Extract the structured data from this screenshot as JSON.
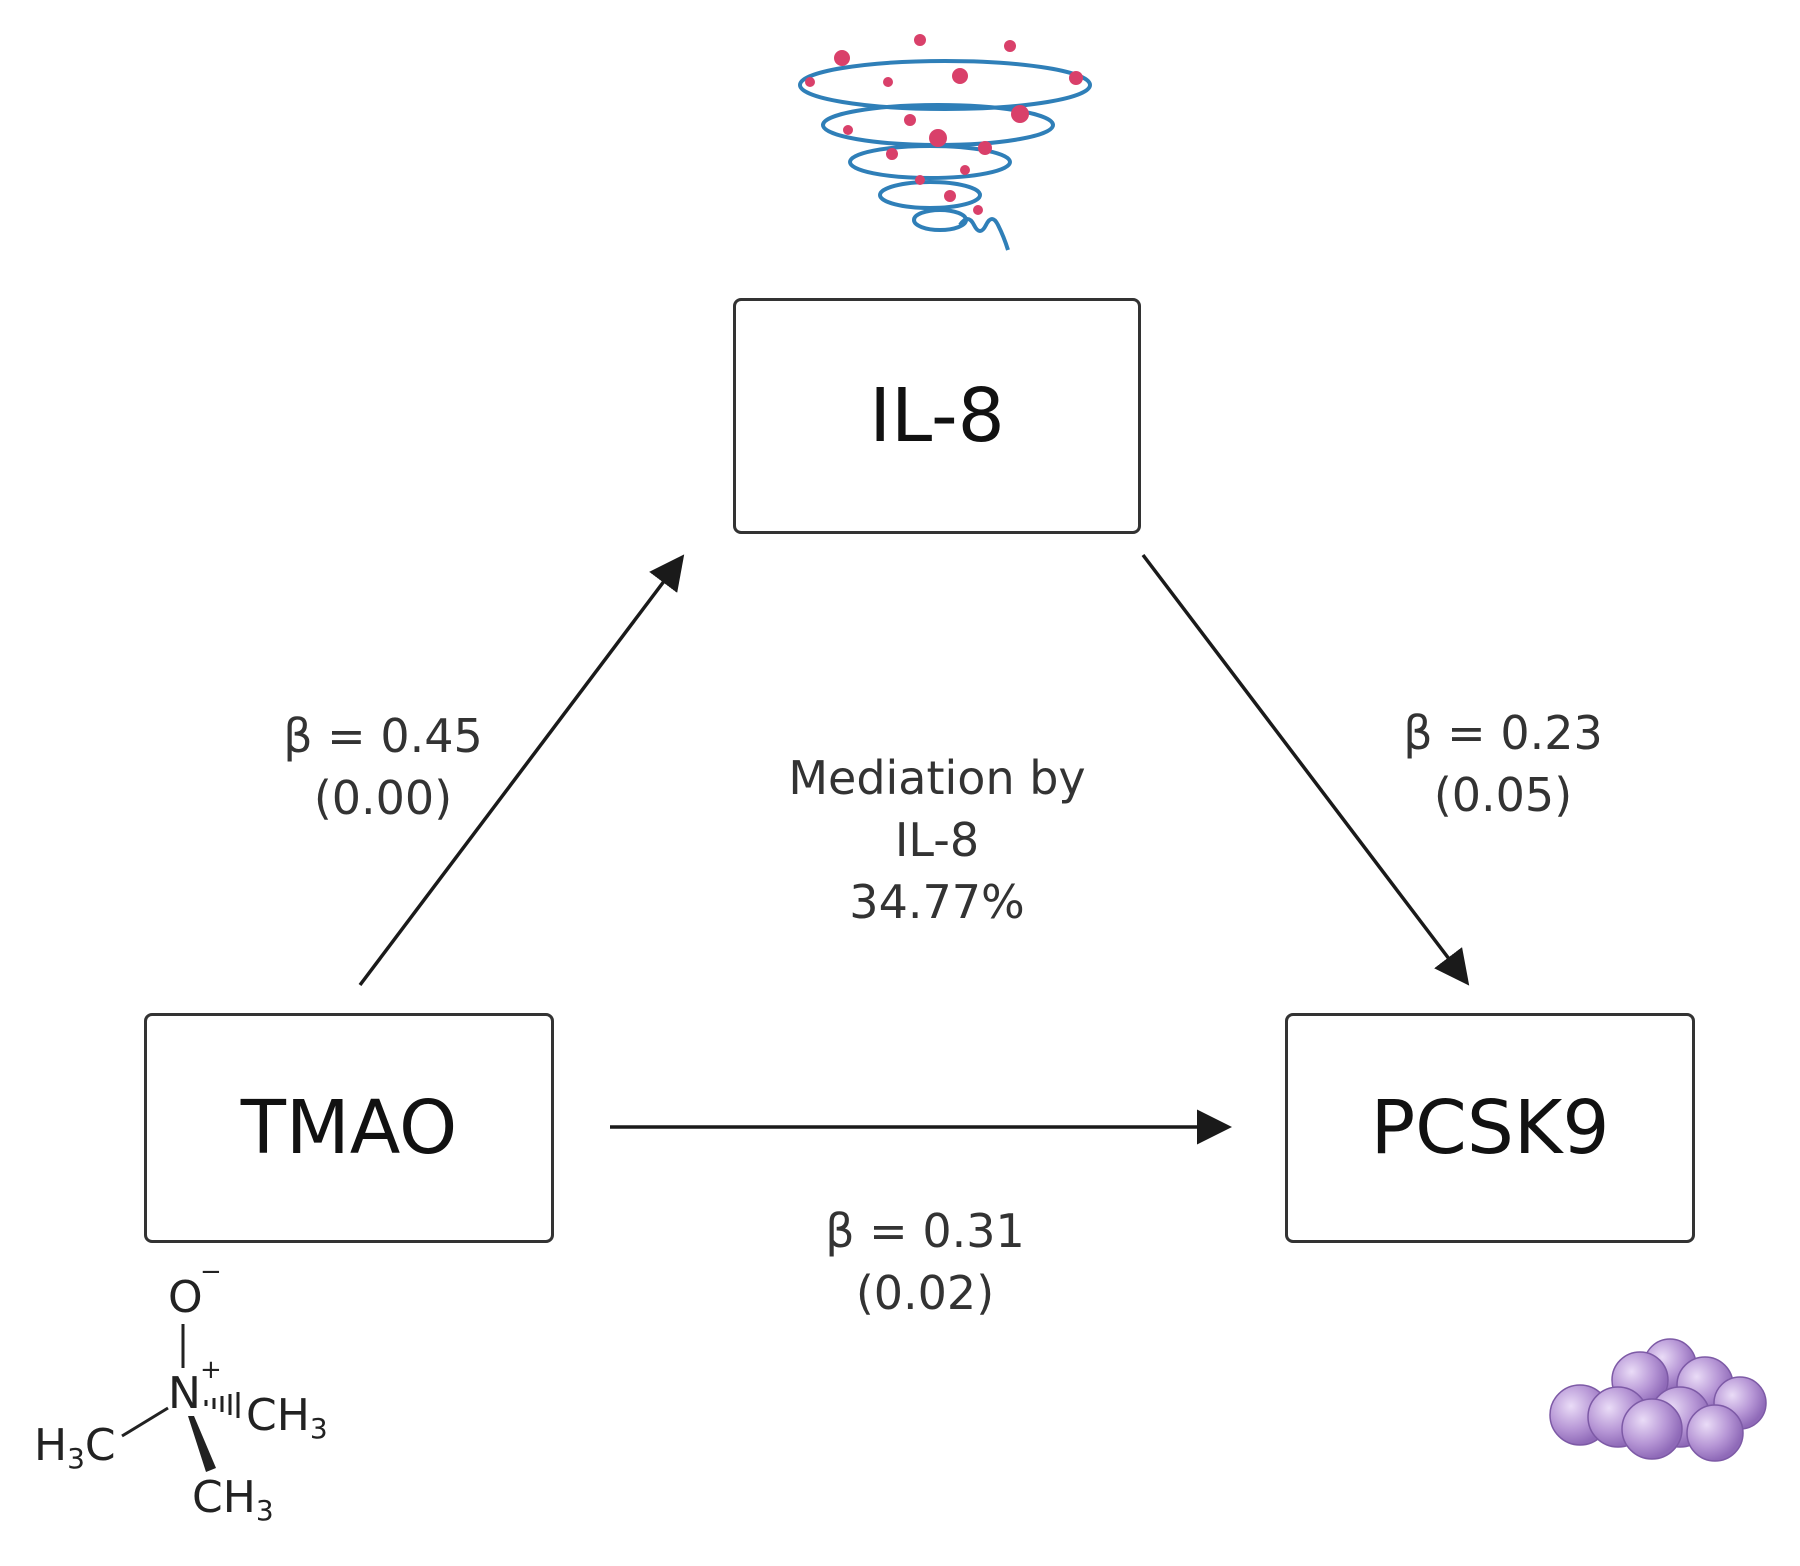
{
  "nodes": {
    "mediator": "IL-8",
    "exposure": "TMAO",
    "outcome": "PCSK9"
  },
  "paths": {
    "a": {
      "beta": "β = 0.45",
      "p": "(0.00)"
    },
    "b": {
      "beta": "β = 0.23",
      "p": "(0.05)"
    },
    "c": {
      "beta": "β = 0.31",
      "p": "(0.02)"
    }
  },
  "mediation": {
    "line1": "Mediation by",
    "line2": "IL-8",
    "line3": "34.77%"
  },
  "chem": {
    "o": "O",
    "o_charge": "−",
    "n": "N",
    "n_charge": "+",
    "h3c_h": "H",
    "h3c_3": "3",
    "h3c_c": "C",
    "ch3_right_ch": "CH",
    "ch3_right_3": "3",
    "ch3_bottom_ch": "CH",
    "ch3_bottom_3": "3"
  },
  "icons": {
    "mediator": "il8-protein-ribbon-icon",
    "outcome": "pcsk9-protein-cluster-icon",
    "exposure": "tmao-structural-formula"
  },
  "colors": {
    "ribbon": "#2f7fb8",
    "dots": "#d9406a",
    "cluster": "#b797d6",
    "line": "#1a1a1a"
  }
}
